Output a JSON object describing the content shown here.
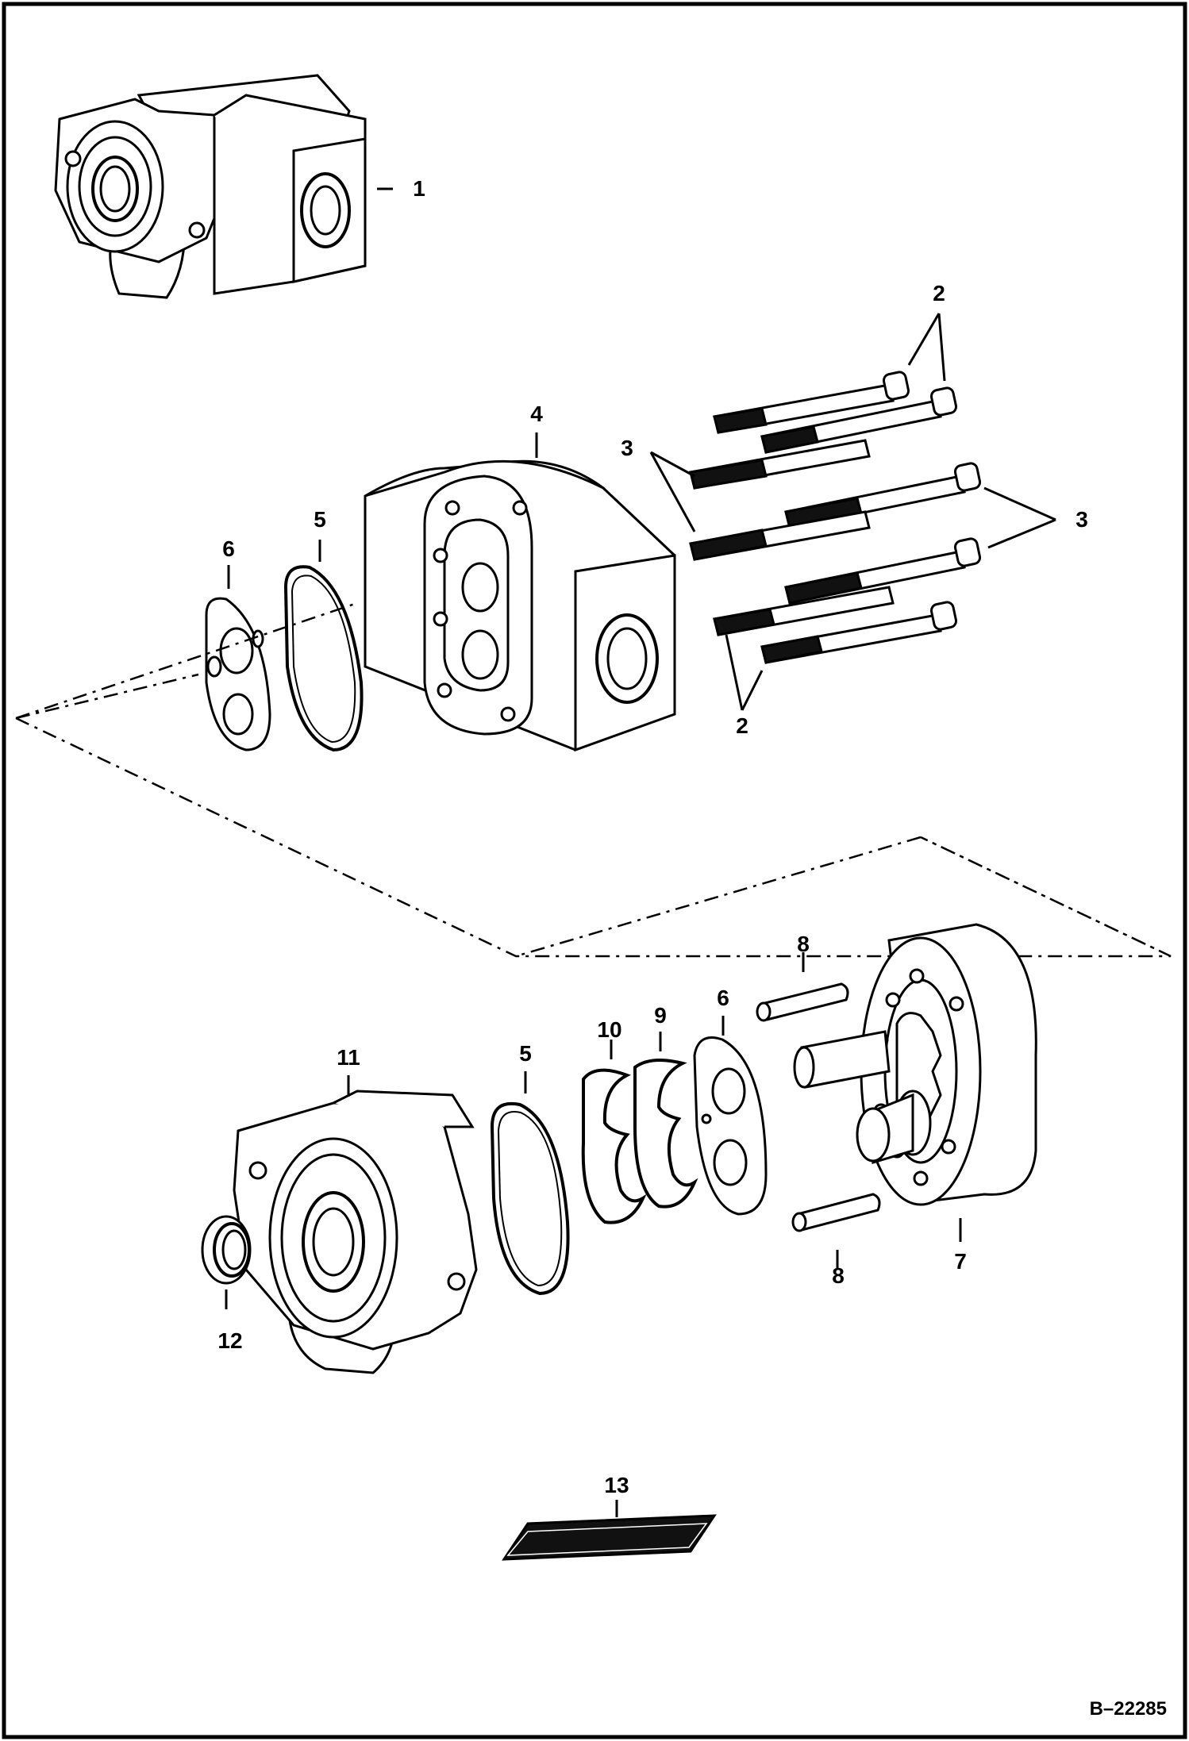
{
  "figure": {
    "id": "B–22285"
  },
  "callouts": [
    {
      "key": "c1",
      "text": "1"
    },
    {
      "key": "c2a",
      "text": "2"
    },
    {
      "key": "c2b",
      "text": "2"
    },
    {
      "key": "c3a",
      "text": "3"
    },
    {
      "key": "c3b",
      "text": "3"
    },
    {
      "key": "c4",
      "text": "4"
    },
    {
      "key": "c5a",
      "text": "5"
    },
    {
      "key": "c6a",
      "text": "6"
    },
    {
      "key": "c8a",
      "text": "8"
    },
    {
      "key": "c9",
      "text": "9"
    },
    {
      "key": "c10",
      "text": "10"
    },
    {
      "key": "c6b",
      "text": "6"
    },
    {
      "key": "c11",
      "text": "11"
    },
    {
      "key": "c5b",
      "text": "5"
    },
    {
      "key": "c12",
      "text": "12"
    },
    {
      "key": "c8b",
      "text": "8"
    },
    {
      "key": "c7",
      "text": "7"
    },
    {
      "key": "c13",
      "text": "13"
    }
  ],
  "colors": {
    "line": "#000000",
    "background": "#ffffff",
    "fill_dark": "#111111"
  }
}
